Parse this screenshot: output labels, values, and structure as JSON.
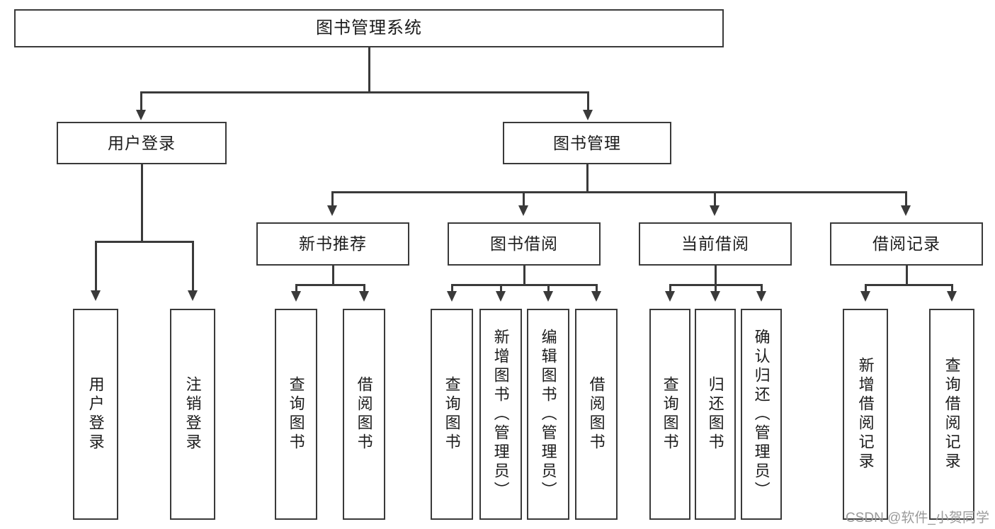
{
  "diagram": {
    "type": "tree-hierarchy",
    "title": "图书管理系统",
    "root": {
      "label": "图书管理系统"
    },
    "level2": [
      {
        "label": "用户登录"
      },
      {
        "label": "图书管理"
      }
    ],
    "level3": [
      {
        "label": "新书推荐"
      },
      {
        "label": "图书借阅"
      },
      {
        "label": "当前借阅"
      },
      {
        "label": "借阅记录"
      }
    ],
    "leaves": {
      "user_login": [
        {
          "label": "用户登录"
        },
        {
          "label": "注销登录"
        }
      ],
      "new_book_recommend": [
        {
          "label": "查询图书"
        },
        {
          "label": "借阅图书"
        }
      ],
      "book_borrow": [
        {
          "label": "查询图书"
        },
        {
          "label": "新增图书（管理员）"
        },
        {
          "label": "编辑图书（管理员）"
        },
        {
          "label": "借阅图书"
        }
      ],
      "current_borrow": [
        {
          "label": "查询图书"
        },
        {
          "label": "归还图书"
        },
        {
          "label": "确认归还（管理员）"
        }
      ],
      "borrow_record": [
        {
          "label": "新增借阅记录"
        },
        {
          "label": "查询借阅记录"
        }
      ]
    }
  },
  "watermark": {
    "text": "CSDN @软件_小贺同学"
  },
  "colors": {
    "stroke": "#3a3a3a",
    "text": "#1c1c1c",
    "background": "#ffffff",
    "watermark": "#9a9a9a"
  }
}
